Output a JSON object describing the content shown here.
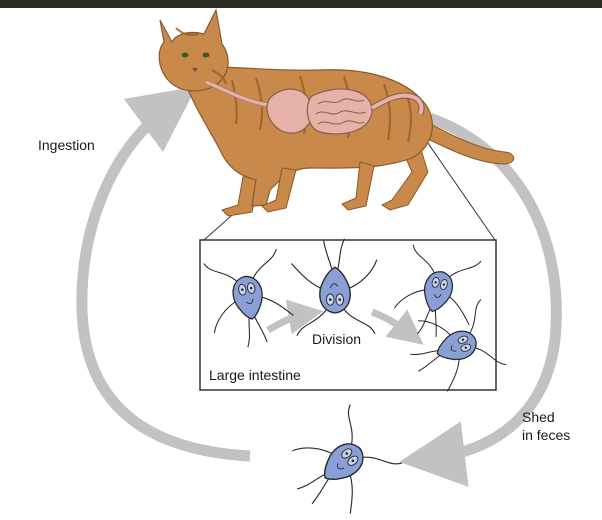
{
  "labels": {
    "ingestion": "Ingestion",
    "division": "Division",
    "large_intestine": "Large intestine",
    "shed_line1": "Shed",
    "shed_line2": "in feces"
  },
  "colors": {
    "cycle_arrow": "#c2c2c2",
    "cat_fur": "#c8894a",
    "cat_stripes": "#9a5e2a",
    "organs": "#e6b2a8",
    "organism_body": "#8a9fd6",
    "organism_outline": "#2a2a2a",
    "inset_border": "#333333",
    "top_bar": "#2c2a24"
  },
  "icons": [
    "cat-illustration",
    "trophozoite-icon",
    "cycle-arrow-icon",
    "division-arrow-icon"
  ]
}
